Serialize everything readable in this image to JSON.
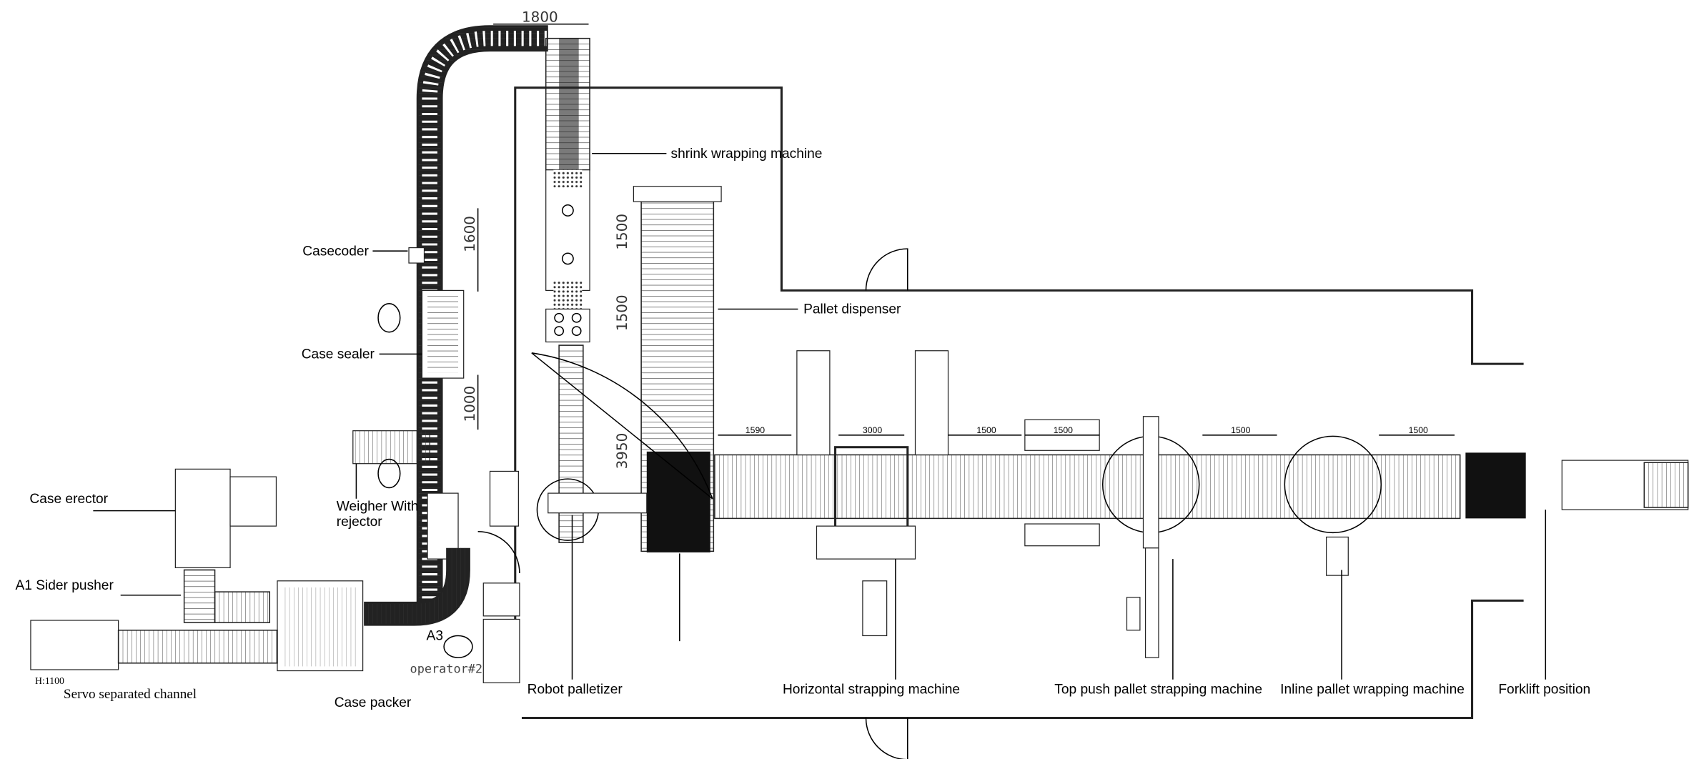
{
  "dimensions": {
    "top_width": "1800",
    "vertical_1600": "1600",
    "vertical_1000": "1000",
    "dispenser_1500_a": "1500",
    "dispenser_1500_b": "1500",
    "vertical_3950": "3950",
    "line": [
      "1590",
      "3000",
      "1500",
      "1500",
      "1500",
      "1500"
    ]
  },
  "labels": {
    "shrink_wrapping_machine": "shrink wrapping machine",
    "casecoder": "Casecoder",
    "case_sealer": "Case sealer",
    "pallet_dispenser": "Pallet dispenser",
    "weigher_line1": "Weigher With",
    "weigher_line2": "rejector",
    "case_erector": "Case erector",
    "a1_sider_pusher": "A1 Sider pusher",
    "a3": "A3",
    "operator2": "operator#2",
    "height": "H:1100",
    "servo_channel": "Servo separated channel",
    "case_packer": "Case packer",
    "robot_palletizer": "Robot palletizer",
    "horizontal_strapping": "Horizontal strapping machine",
    "top_push_strapping": "Top push pallet strapping machine",
    "inline_wrapping": "Inline pallet wrapping machine",
    "forklift_position": "Forklift position"
  }
}
